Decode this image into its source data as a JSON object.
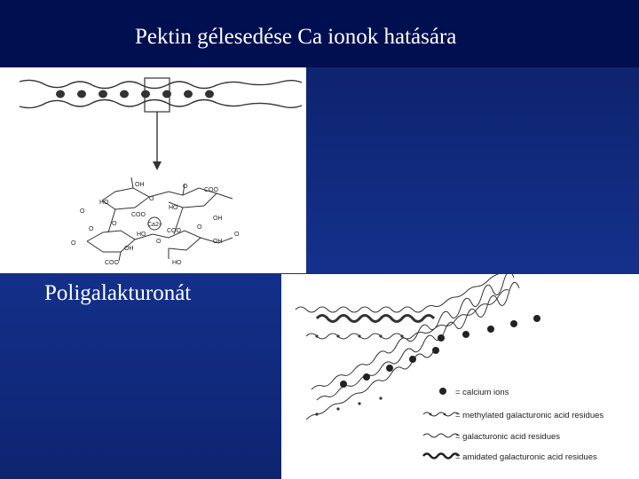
{
  "slide": {
    "title": "Pektin gélesedése Ca ionok hatására",
    "subtitle": "Poligalakturonát"
  },
  "colors": {
    "background": "#14308a",
    "title_bar": "#000f50",
    "text": "#ffffff",
    "panel": "#ffffff",
    "ion": "#111111"
  },
  "egg_box_diagram": {
    "structure_labels": {
      "oh": "OH",
      "ho": "HO",
      "o": "O",
      "coo": "COO",
      "ca_ion": "Ca2+"
    }
  },
  "chain_diagram": {
    "legend": [
      {
        "symbol": "calcium-ion",
        "label": "= calcium ions"
      },
      {
        "symbol": "methylated-chain",
        "label": "= methylated galacturonic acid residues"
      },
      {
        "symbol": "plain-chain",
        "label": "= galacturonic acid residues"
      },
      {
        "symbol": "amidated-chain",
        "label": "= amidated galacturonic acid residues"
      }
    ]
  }
}
